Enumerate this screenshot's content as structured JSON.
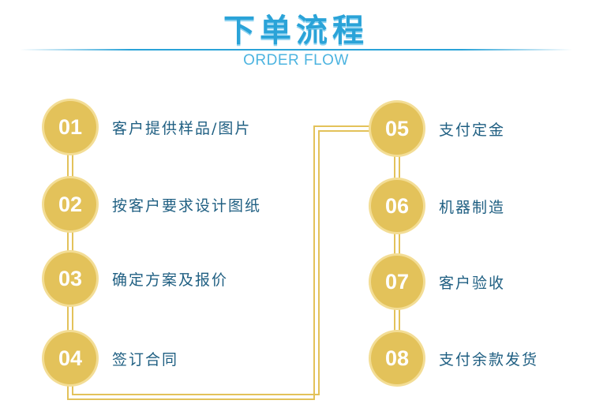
{
  "header": {
    "title": "下单流程",
    "subtitle": "ORDER FLOW"
  },
  "colors": {
    "accent_blue": "#2aa3d8",
    "circle_gold": "#e3c25a",
    "label_text": "#1f5f82"
  },
  "steps": [
    {
      "number": "01",
      "label": "客户提供样品/图片"
    },
    {
      "number": "02",
      "label": "按客户要求设计图纸"
    },
    {
      "number": "03",
      "label": "确定方案及报价"
    },
    {
      "number": "04",
      "label": "签订合同"
    },
    {
      "number": "05",
      "label": "支付定金"
    },
    {
      "number": "06",
      "label": "机器制造"
    },
    {
      "number": "07",
      "label": "客户验收"
    },
    {
      "number": "08",
      "label": "支付余款发货"
    }
  ]
}
